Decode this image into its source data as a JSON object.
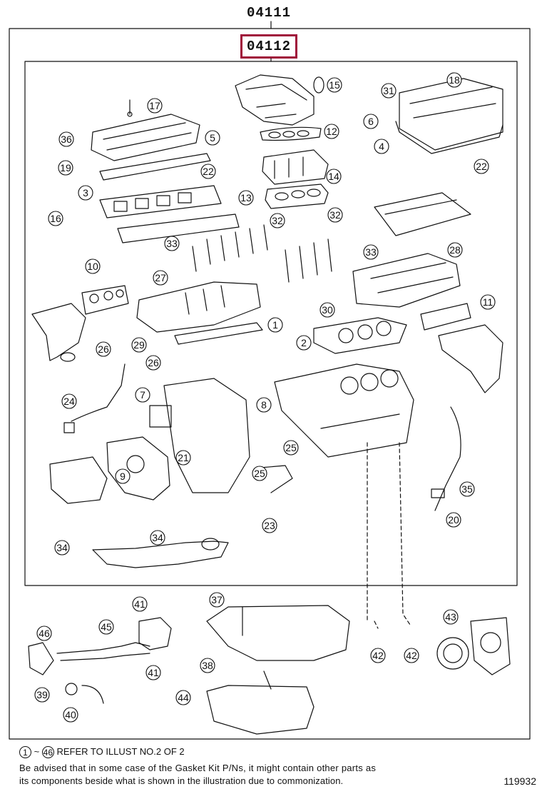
{
  "header": {
    "assembly_code": "04111",
    "kit_code": "04112"
  },
  "footer": {
    "ref_start": "1",
    "ref_tilde": "~",
    "ref_end": "46",
    "ref_text": "REFER TO ILLUST NO.2 OF 2",
    "advisory_line1": "Be advised that in some case of the Gasket Kit P/Ns,  it might contain other parts as",
    "advisory_line2": "its components beside what is shown in the illustration due to commonization.",
    "illustration_id": "119932"
  },
  "callouts": [
    "1",
    "2",
    "3",
    "4",
    "5",
    "6",
    "7",
    "8",
    "9",
    "10",
    "11",
    "12",
    "13",
    "14",
    "15",
    "16",
    "17",
    "18",
    "19",
    "20",
    "21",
    "22",
    "23",
    "24",
    "25",
    "26",
    "27",
    "28",
    "29",
    "30",
    "31",
    "32",
    "33",
    "34",
    "35",
    "36",
    "37",
    "38",
    "39",
    "40",
    "41",
    "42",
    "43",
    "44",
    "45",
    "46"
  ],
  "colors": {
    "highlight_border": "#a0103a",
    "line": "#111111"
  }
}
